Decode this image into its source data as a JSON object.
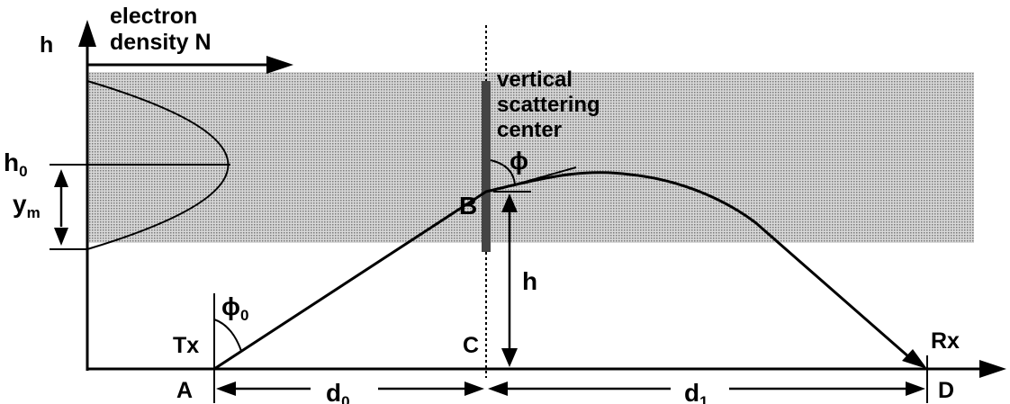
{
  "diagram": {
    "axis_label_h": "h",
    "density_label_line1": "electron",
    "density_label_line2": "density N",
    "scatter_label_line1": "vertical",
    "scatter_label_line2": "scattering",
    "scatter_label_line3": "center",
    "h0_base": "h",
    "h0_sub": "0",
    "ym_base": "y",
    "ym_sub": "m",
    "phi_label": "ϕ",
    "phi0_base": "ϕ",
    "phi0_sub": "0",
    "point_B": "B",
    "height_h": "h",
    "tx_label": "Tx",
    "rx_label": "Rx",
    "point_A": "A",
    "point_C": "C",
    "point_D": "D",
    "d0_base": "d",
    "d0_sub": "0",
    "d1_base": "d",
    "d1_sub": "1",
    "colors": {
      "ink": "#000000",
      "layer_shade": "#bdbdbd",
      "background": "#ffffff"
    }
  }
}
